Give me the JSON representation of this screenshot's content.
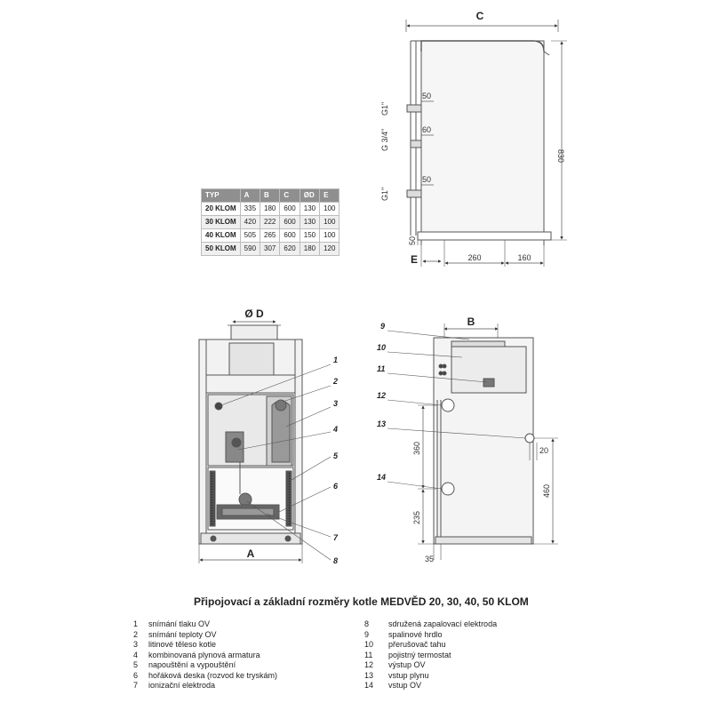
{
  "dimension_letters": {
    "a": "A",
    "b": "B",
    "c": "C",
    "d": "Ø D",
    "e": "E"
  },
  "dimension_values": {
    "top_50": "50",
    "mid_60": "60",
    "low_50": "50",
    "height_830": "830",
    "base_50": "50",
    "width_260": "260",
    "width_160": "160",
    "back_20": "20",
    "back_360": "360",
    "back_460": "460",
    "back_235": "235",
    "back_35": "35"
  },
  "thread_labels": {
    "g1_top": "G1\"",
    "g34": "G 3/4\"",
    "g1_low": "G1\""
  },
  "table": {
    "headers": [
      "TYP",
      "A",
      "B",
      "C",
      "ØD",
      "E"
    ],
    "rows": [
      [
        "20 KLOM",
        "335",
        "180",
        "600",
        "130",
        "100"
      ],
      [
        "30 KLOM",
        "420",
        "222",
        "600",
        "130",
        "100"
      ],
      [
        "40 KLOM",
        "505",
        "265",
        "600",
        "150",
        "100"
      ],
      [
        "50 KLOM",
        "590",
        "307",
        "620",
        "180",
        "120"
      ]
    ]
  },
  "part_numbers": [
    "1",
    "2",
    "3",
    "4",
    "5",
    "6",
    "7",
    "8",
    "9",
    "10",
    "11",
    "12",
    "13",
    "14"
  ],
  "title": "Připojovací a základní rozměry kotle MEDVĚD 20, 30, 40, 50 KLOM",
  "legend_left": [
    {
      "n": "1",
      "t": "snímání tlaku OV"
    },
    {
      "n": "2",
      "t": "snímání teploty OV"
    },
    {
      "n": "3",
      "t": "litinové těleso kotle"
    },
    {
      "n": "4",
      "t": "kombinovaná plynová armatura"
    },
    {
      "n": "5",
      "t": "napouštění a vypouštění"
    },
    {
      "n": "6",
      "t": "hořáková deska (rozvod ke tryskám)"
    },
    {
      "n": "7",
      "t": "ionizační elektroda"
    }
  ],
  "legend_right": [
    {
      "n": "8",
      "t": "sdružená zapalovací elektroda"
    },
    {
      "n": "9",
      "t": "spalinové hrdlo"
    },
    {
      "n": "10",
      "t": "přerušovač tahu"
    },
    {
      "n": "11",
      "t": "pojistný termostat"
    },
    {
      "n": "12",
      "t": "výstup OV"
    },
    {
      "n": "13",
      "t": "vstup plynu"
    },
    {
      "n": "14",
      "t": "vstup OV"
    }
  ]
}
